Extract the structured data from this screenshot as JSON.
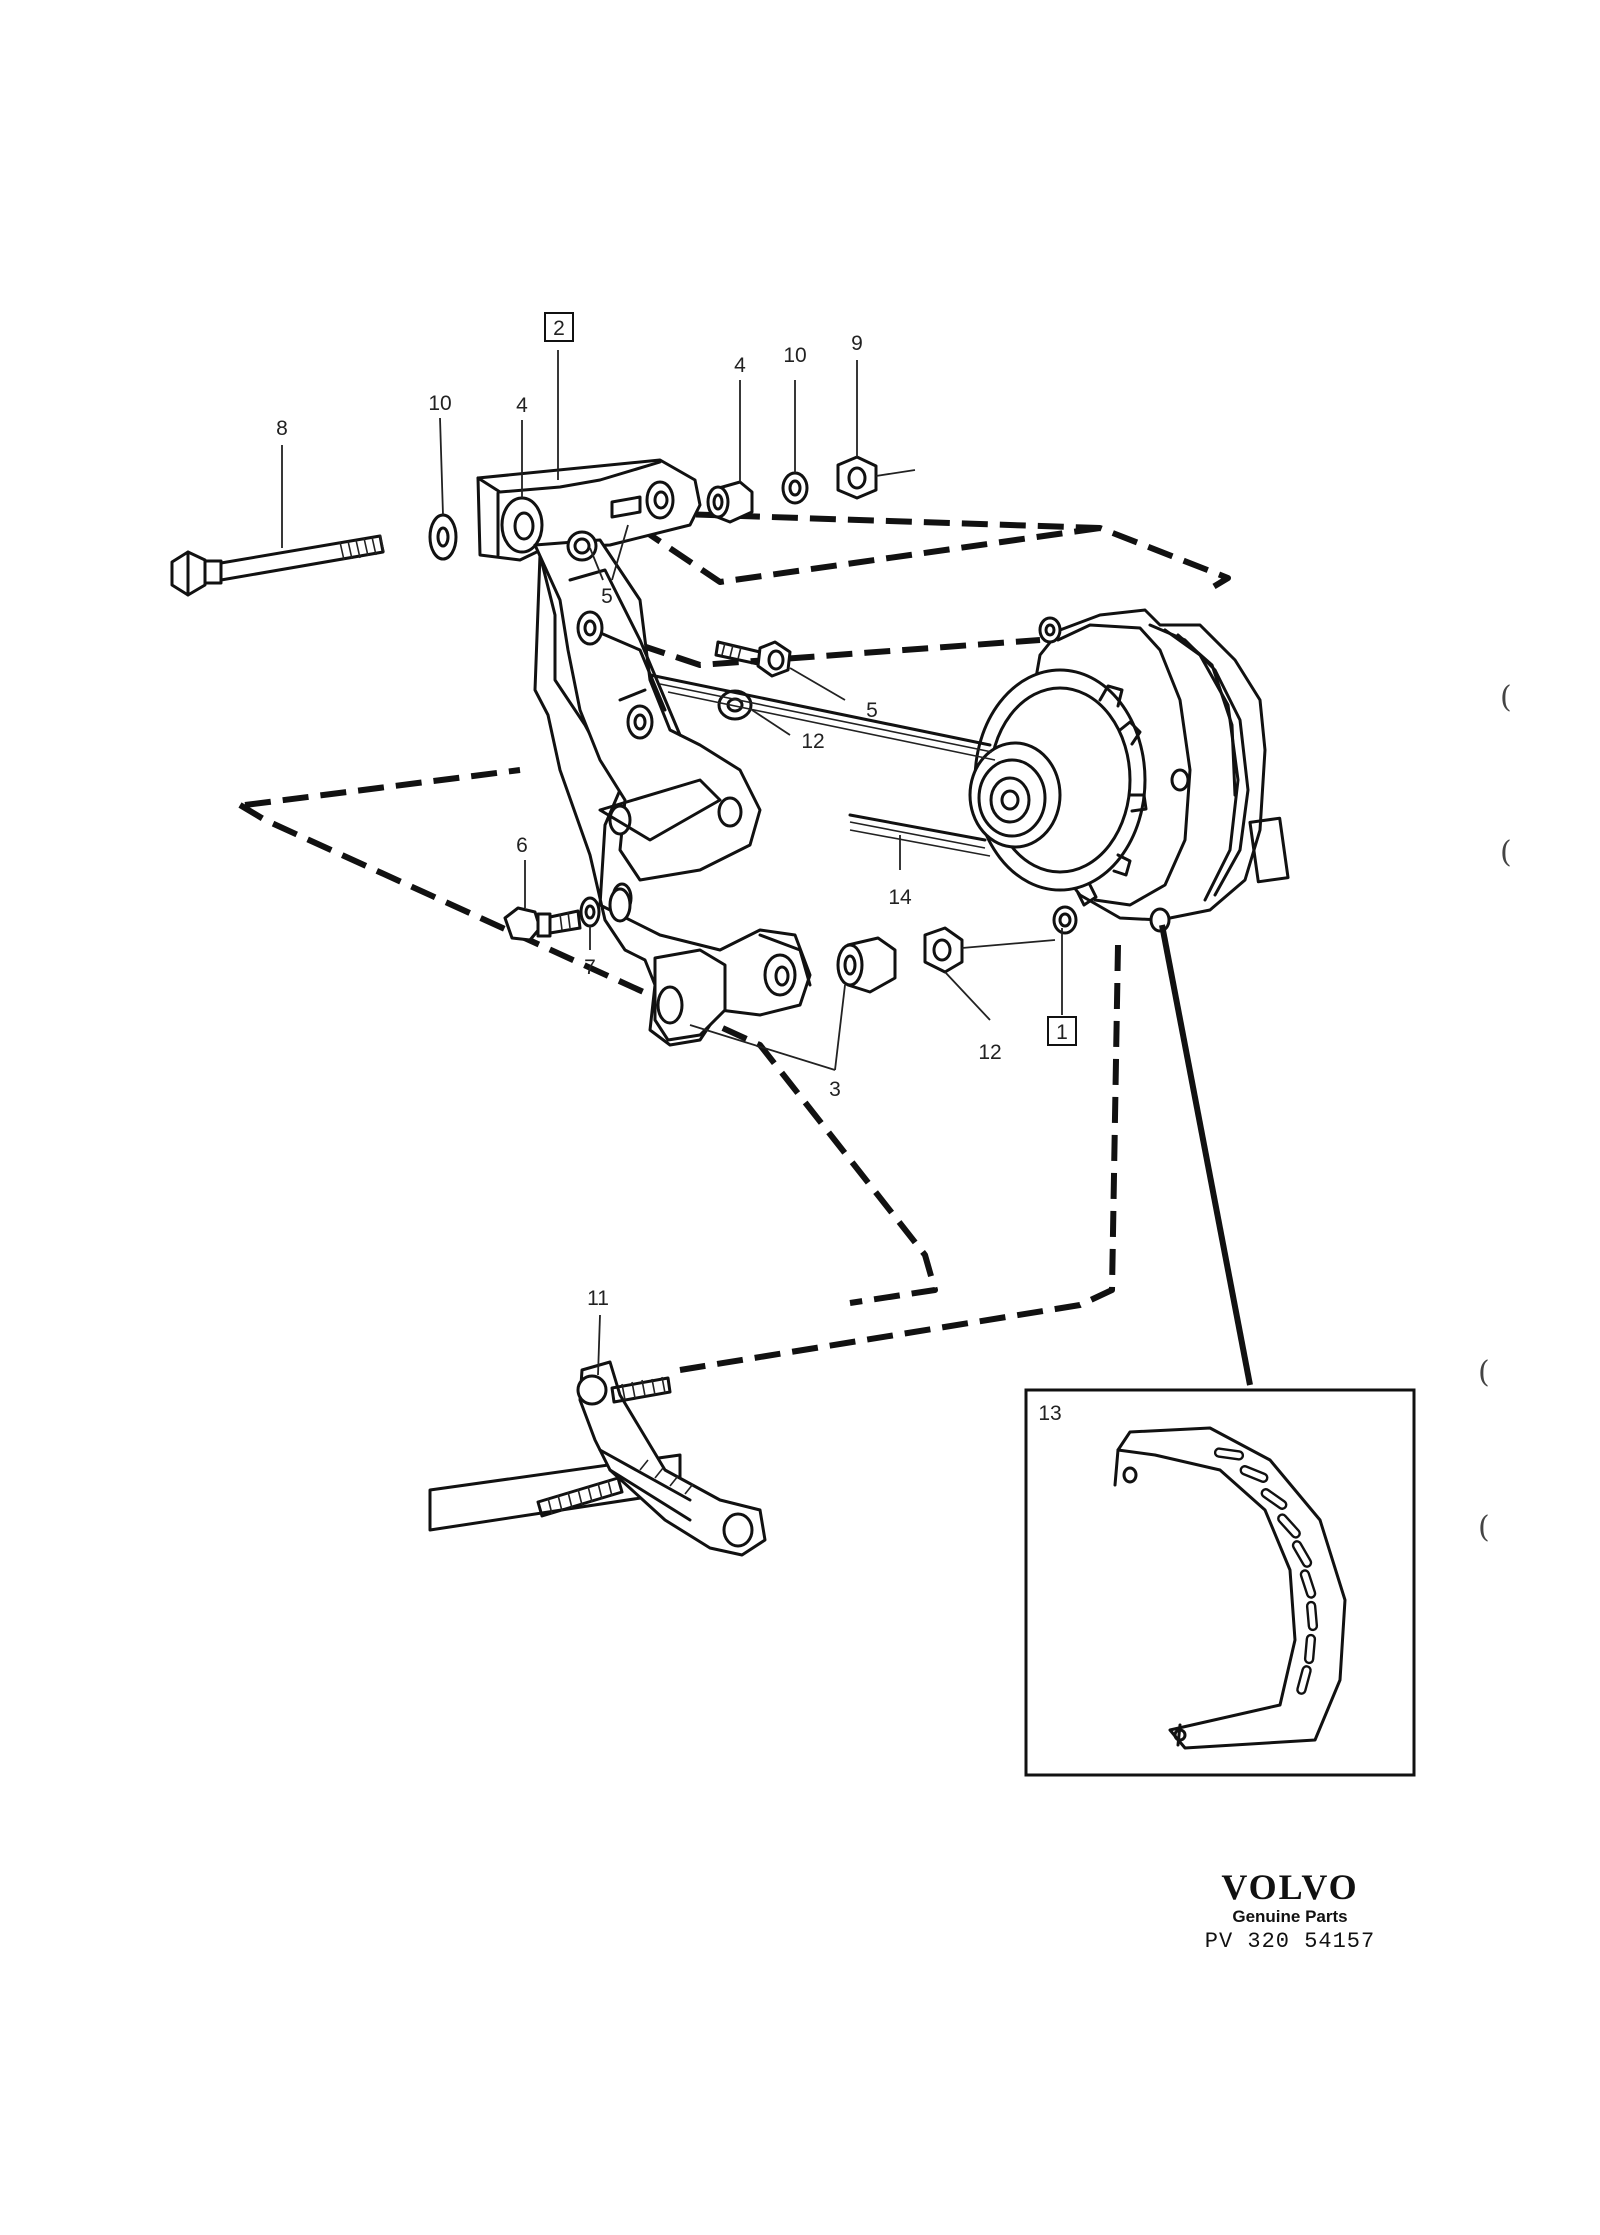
{
  "callouts": {
    "c1": "1",
    "c2": "2",
    "c3": "3",
    "c4a": "4",
    "c4b": "4",
    "c5a": "5",
    "c5b": "5",
    "c6": "6",
    "c7": "7",
    "c8": "8",
    "c9": "9",
    "c10a": "10",
    "c10b": "10",
    "c11": "11",
    "c12a": "12",
    "c12b": "12",
    "c13": "13",
    "c14": "14"
  },
  "alternator_plate": "",
  "brand": {
    "logo": "VOLVO",
    "subtitle": "Genuine Parts",
    "code": "PV 320 54157"
  },
  "margin_marks": [
    "(",
    "(",
    "(",
    "("
  ],
  "colors": {
    "ink": "#111111",
    "paper": "#ffffff"
  }
}
